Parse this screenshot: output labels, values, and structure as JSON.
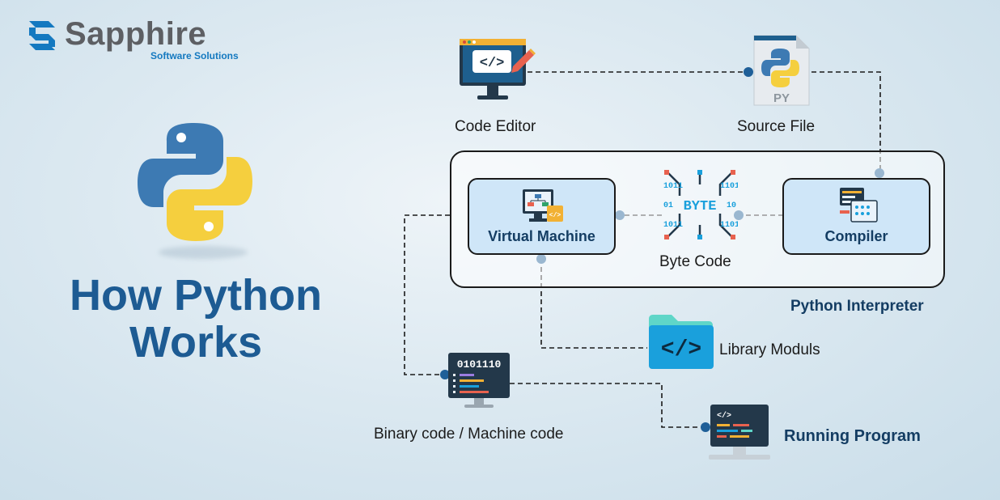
{
  "brand": {
    "name": "Sapphire",
    "tagline": "Software Solutions"
  },
  "headline": {
    "line1": "How Python",
    "line2": "Works"
  },
  "nodes": {
    "code_editor": "Code Editor",
    "source_file": "Source File",
    "source_file_ext": "PY",
    "virtual_machine": "Virtual Machine",
    "byte_code": "Byte Code",
    "byte_icon_text": "BYTE",
    "compiler": "Compiler",
    "interpreter": "Python Interpreter",
    "library": "Library Moduls",
    "binary": "Binary code / Machine code",
    "binary_icon_text": "0101110",
    "running": "Running Program"
  },
  "colors": {
    "brand_blue": "#1479c0",
    "headline": "#1d5b93",
    "python_blue": "#3d7ab3",
    "python_yellow": "#f5cf3e",
    "node_fill": "#cfe6f8",
    "connector_dot": "#1f5f98",
    "screen_dark": "#23384a",
    "folder_cyan": "#1aa0dc"
  }
}
